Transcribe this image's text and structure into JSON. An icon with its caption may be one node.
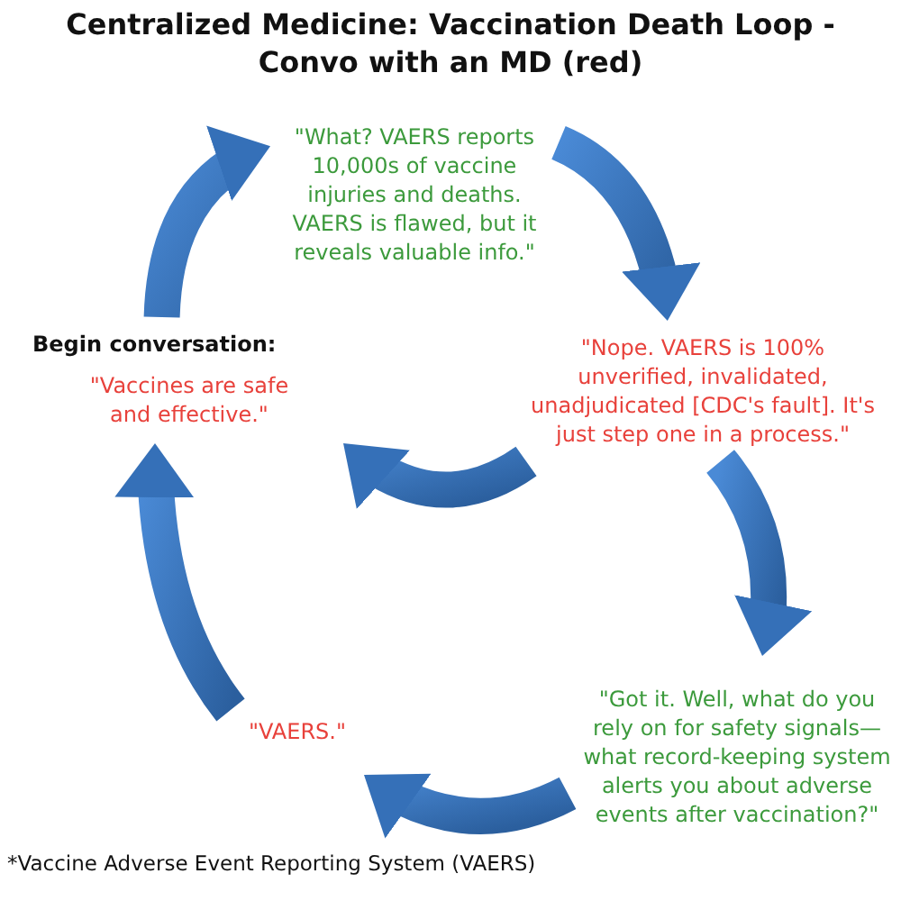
{
  "diagram": {
    "title": "Centralized Medicine: Vaccination Death Loop - Convo with an MD (red)",
    "nodes": [
      {
        "text": [
          "Begin conversation:",
          "\"Vaccines are safe and effective.\""
        ]
      },
      {
        "text": [
          "\"What? VAERS reports 10,000s of vaccine injuries and deaths. VAERS is flawed, but it reveals valuable info.\""
        ]
      },
      {
        "text": [
          "\"Nope. VAERS is 100% unverified, invalidated, unadjudicated [CDC's fault]. It's just step one in a process.\""
        ]
      },
      {
        "text": [
          "\"Got it. Well, what do you rely on for safety signals—what record-keeping system alerts you about adverse events after vaccination?\""
        ]
      },
      {
        "text": [
          "\"VAERS.\""
        ]
      }
    ],
    "edges": [
      {
        "from": 0,
        "to": 1,
        "arrow": "to"
      },
      {
        "from": 1,
        "to": 2,
        "arrow": "to"
      },
      {
        "from": 2,
        "to": 3,
        "arrow": "to"
      },
      {
        "from": 3,
        "to": 4,
        "arrow": "to"
      },
      {
        "from": 4,
        "to": 0,
        "arrow": "to"
      },
      {
        "from": 2,
        "to": 0,
        "arrow": "to"
      }
    ],
    "labels": [
      "*Vaccine Adverse Event Reporting System (VAERS)"
    ]
  }
}
